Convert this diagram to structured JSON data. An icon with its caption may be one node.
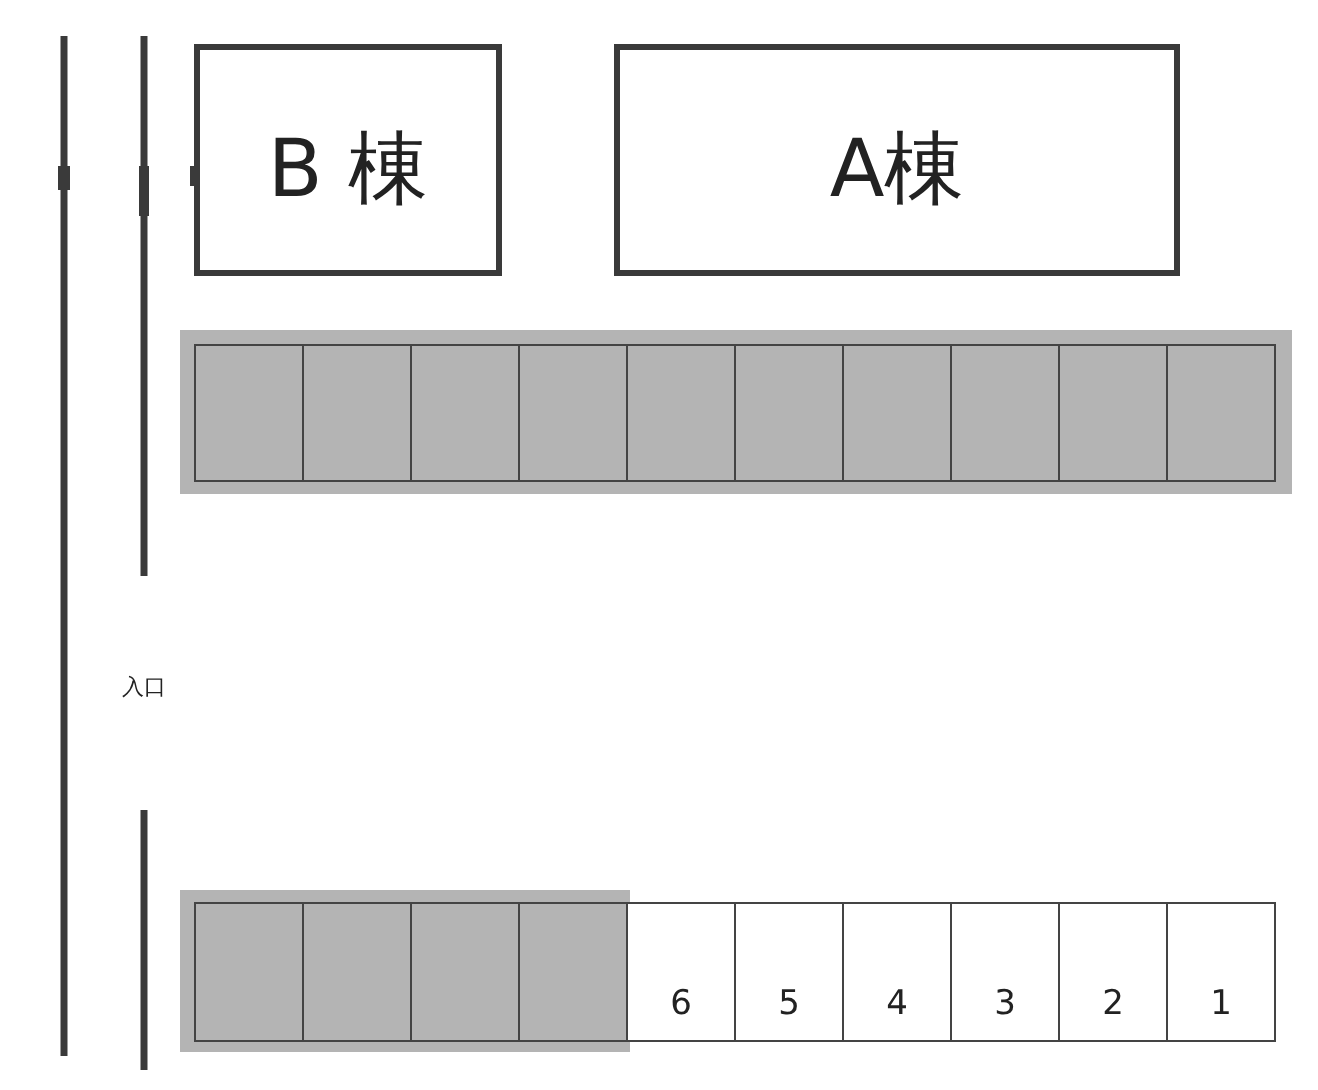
{
  "diagram": {
    "nodes": [
      {
        "text": [
          "B 棟"
        ]
      },
      {
        "text": [
          "A棟"
        ]
      },
      {
        "text": [],
        "shape": "bar"
      },
      {
        "text": [],
        "shape": "box",
        "in": 2
      },
      {
        "text": [],
        "shape": "box",
        "in": 2
      },
      {
        "text": [],
        "shape": "box",
        "in": 2
      },
      {
        "text": [],
        "shape": "box",
        "in": 2
      },
      {
        "text": [],
        "shape": "box",
        "in": 2
      },
      {
        "text": [],
        "shape": "box",
        "in": 2
      },
      {
        "text": [],
        "shape": "box",
        "in": 2
      },
      {
        "text": [],
        "shape": "box",
        "in": 2
      },
      {
        "text": [],
        "shape": "box",
        "in": 2
      },
      {
        "text": [],
        "shape": "box",
        "in": 2
      },
      {
        "text": [],
        "shape": "bar"
      },
      {
        "text": [],
        "shape": "box",
        "in": 13
      },
      {
        "text": [],
        "shape": "box",
        "in": 13
      },
      {
        "text": [],
        "shape": "box",
        "in": 13
      },
      {
        "text": [],
        "shape": "box",
        "in": 13
      },
      {
        "text": [
          "6"
        ]
      },
      {
        "text": [
          "5"
        ]
      },
      {
        "text": [
          "4"
        ]
      },
      {
        "text": [
          "3"
        ]
      },
      {
        "text": [
          "2"
        ]
      },
      {
        "text": [
          "1"
        ]
      }
    ],
    "labels": [
      "入口"
    ]
  }
}
